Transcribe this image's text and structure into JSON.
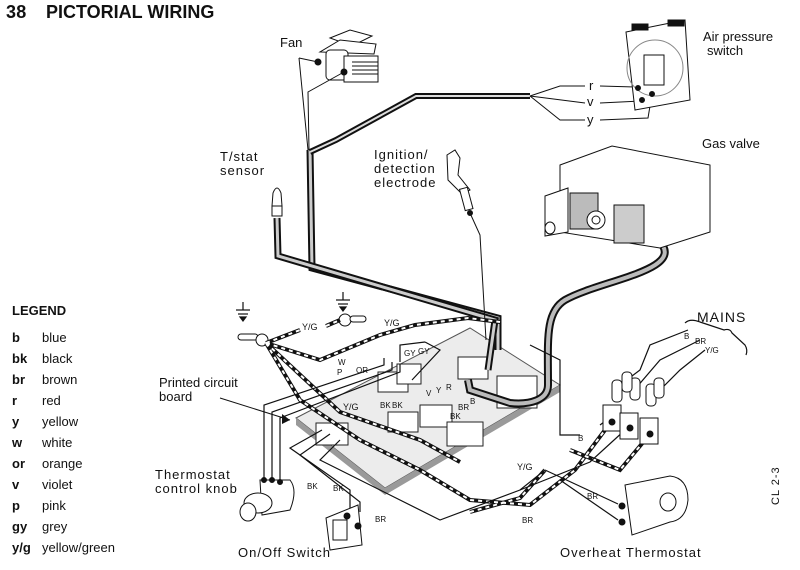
{
  "header": {
    "number": "38",
    "title": "PICTORIAL WIRING"
  },
  "legend": {
    "title": "LEGEND",
    "items": [
      {
        "code": "b",
        "color": "blue"
      },
      {
        "code": "bk",
        "color": "black"
      },
      {
        "code": "br",
        "color": "brown"
      },
      {
        "code": "r",
        "color": "red"
      },
      {
        "code": "y",
        "color": "yellow"
      },
      {
        "code": "w",
        "color": "white"
      },
      {
        "code": "or",
        "color": "orange"
      },
      {
        "code": "v",
        "color": "violet"
      },
      {
        "code": "p",
        "color": "pink"
      },
      {
        "code": "gy",
        "color": "grey"
      },
      {
        "code": "y/g",
        "color": "yellow/green"
      }
    ]
  },
  "components": {
    "fan": "Fan",
    "air_pressure_switch_line1": "Air pressure",
    "air_pressure_switch_line2": "switch",
    "gas_valve": "Gas valve",
    "tstat_sensor_line1": "T/stat",
    "tstat_sensor_line2": "sensor",
    "ignition_line1": "Ignition/",
    "ignition_line2": "detection",
    "ignition_line3": "electrode",
    "pcb_line1": "Printed circuit",
    "pcb_line2": "board",
    "thermostat_knob_line1": "Thermostat",
    "thermostat_knob_line2": "control knob",
    "onoff_switch": "On/Off Switch",
    "overheat_thermostat": "Overheat Thermostat",
    "mains": "MAINS"
  },
  "wire_labels": {
    "aps_r": "r",
    "aps_v": "v",
    "aps_y": "y",
    "yg_earth1": "Y/G",
    "yg_earth2": "Y/G",
    "w": "W",
    "p": "P",
    "or": "OR",
    "gy1": "GY",
    "gy2": "GY",
    "v": "V",
    "y": "Y",
    "r": "R",
    "bk1": "BK",
    "bk2": "BK",
    "bk3": "BK",
    "br_pcb": "BR",
    "b_pcb": "B",
    "yg_pcb": "Y/G",
    "bk_switch1": "BK",
    "bk_switch2": "BK",
    "br_switch": "BR",
    "b_mains_lower": "B",
    "yg_lower": "Y/G",
    "br_lower1": "BR",
    "br_lower2": "BR",
    "mains_b": "B",
    "mains_br": "BR",
    "mains_yg": "Y/G"
  },
  "drawing_code": "CL 2-3"
}
